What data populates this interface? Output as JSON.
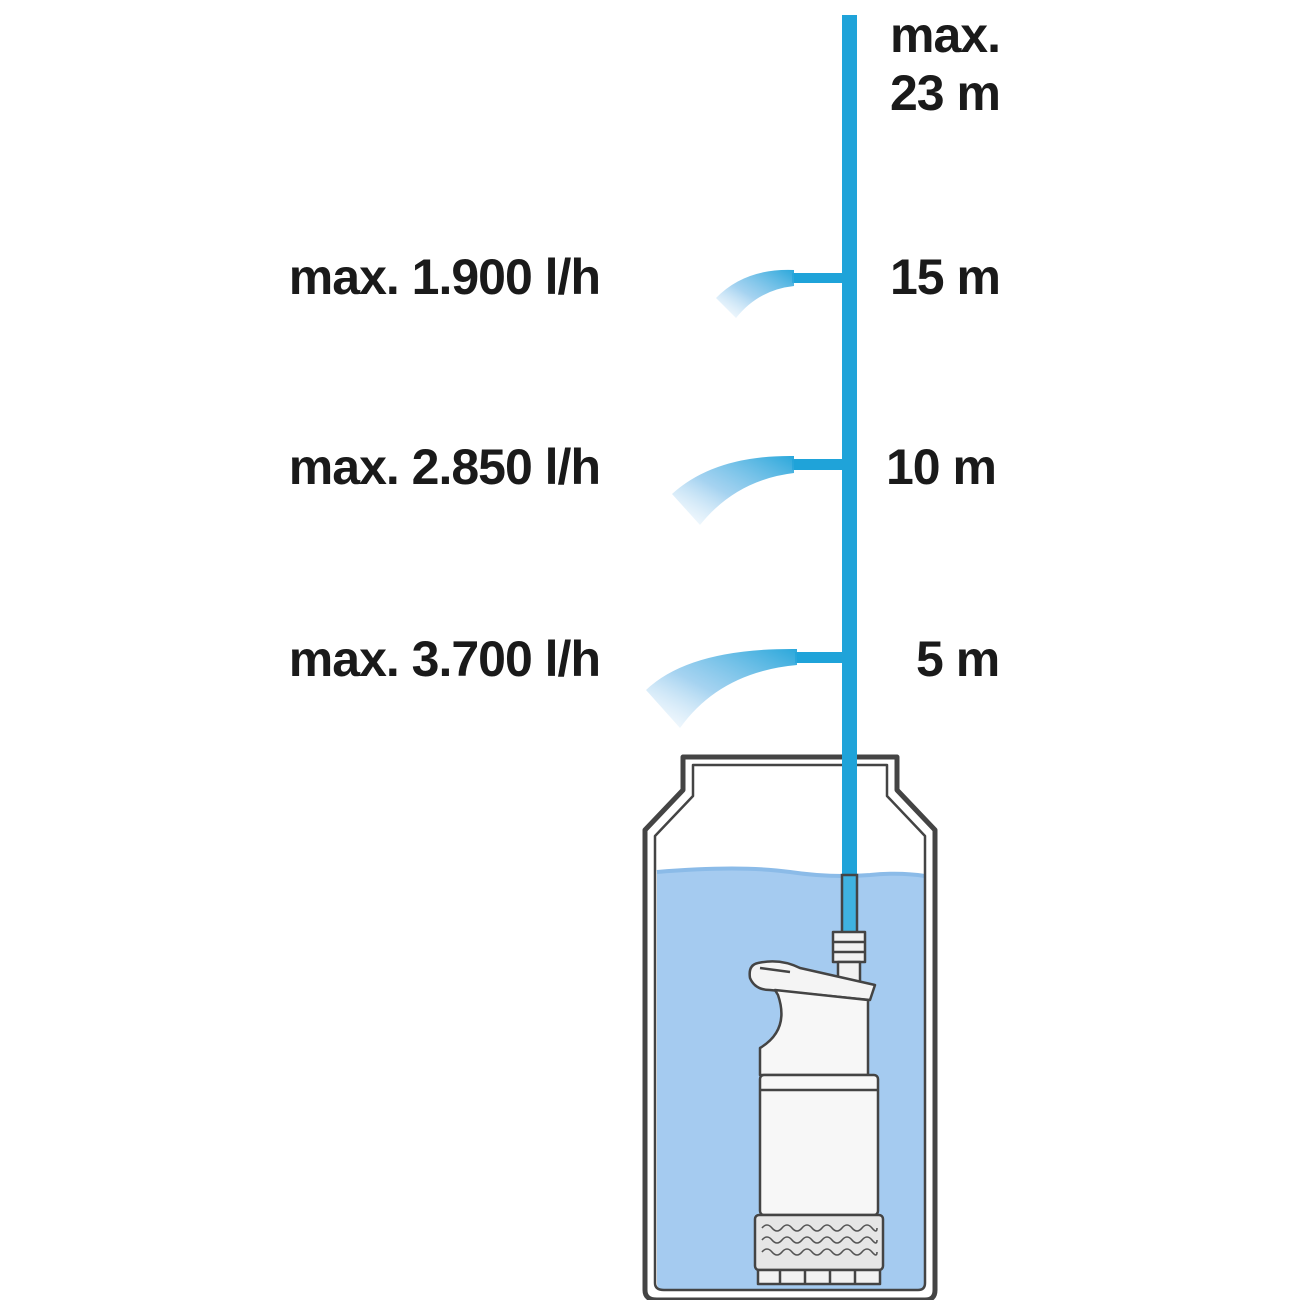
{
  "diagram": {
    "max_height_label_line1": "max.",
    "max_height_label_line2": "23 m",
    "outlets": [
      {
        "flow_label": "max. 1.900 l/h",
        "height_label": "15 m"
      },
      {
        "flow_label": "max. 2.850 l/h",
        "height_label": "10 m"
      },
      {
        "flow_label": "max. 3.700 l/h",
        "height_label": "5 m"
      }
    ]
  },
  "colors": {
    "pipe": "#1fa3d9",
    "water": "#a5cbf0",
    "water_surface": "#8bbbe8",
    "outline": "#444444",
    "text": "#1a1a1a"
  }
}
